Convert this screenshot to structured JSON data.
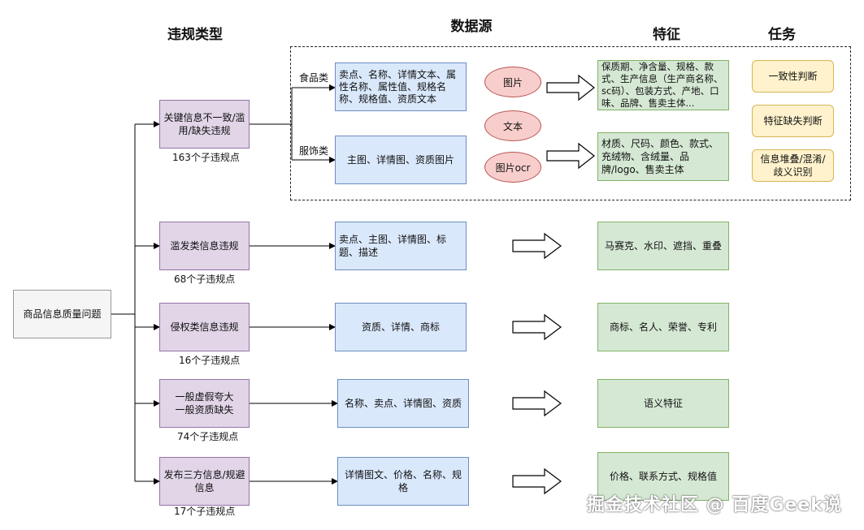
{
  "headers": {
    "violation_type": "违规类型",
    "data_source": "数据源",
    "feature": "特征",
    "task": "任务"
  },
  "root": "商品信息质量问题",
  "categories": {
    "food": "食品类",
    "apparel": "服饰类"
  },
  "violations": [
    {
      "label": "关键信息不一致/滥用/缺失违规",
      "count": "163个子违规点"
    },
    {
      "label": "滥发类信息违规",
      "count": "68个子违规点"
    },
    {
      "label": "侵权类信息违规",
      "count": "16个子违规点"
    },
    {
      "label": "一般虚假夸大\n一般资质缺失",
      "count": "74个子违规点"
    },
    {
      "label": "发布三方信息/规避信息",
      "count": "17个子违规点"
    }
  ],
  "sources": {
    "food": "卖点、名称、详情文本、属性名称、属性值、规格名称、规格值、资质文本",
    "apparel": "主图、详情图、资质图片",
    "spam": "卖点、主图、详情图、标题、描述",
    "infringe": "资质、详情、商标",
    "false": "名称、卖点、详情图、资质",
    "third": "详情图文、价格、名称、规格"
  },
  "modalities": [
    "图片",
    "文本",
    "图片ocr"
  ],
  "features": {
    "food": "保质期、净含量、规格、款式、生产信息（生产商名称、sc码）、包装方式、产地、口味、品牌、售卖主体...",
    "apparel": "材质、尺码、颜色、款式、充绒物、含绒量、品牌/logo、售卖主体",
    "spam": "马赛克、水印、遮挡、重叠",
    "infringe": "商标、名人、荣誉、专利",
    "false": "语义特征",
    "third": "价格、联系方式、规格值"
  },
  "tasks": [
    "一致性判断",
    "特征缺失判断",
    "信息堆叠/混淆/歧义识别"
  ],
  "watermark": "掘金技术社区 @ 百度Geek说"
}
